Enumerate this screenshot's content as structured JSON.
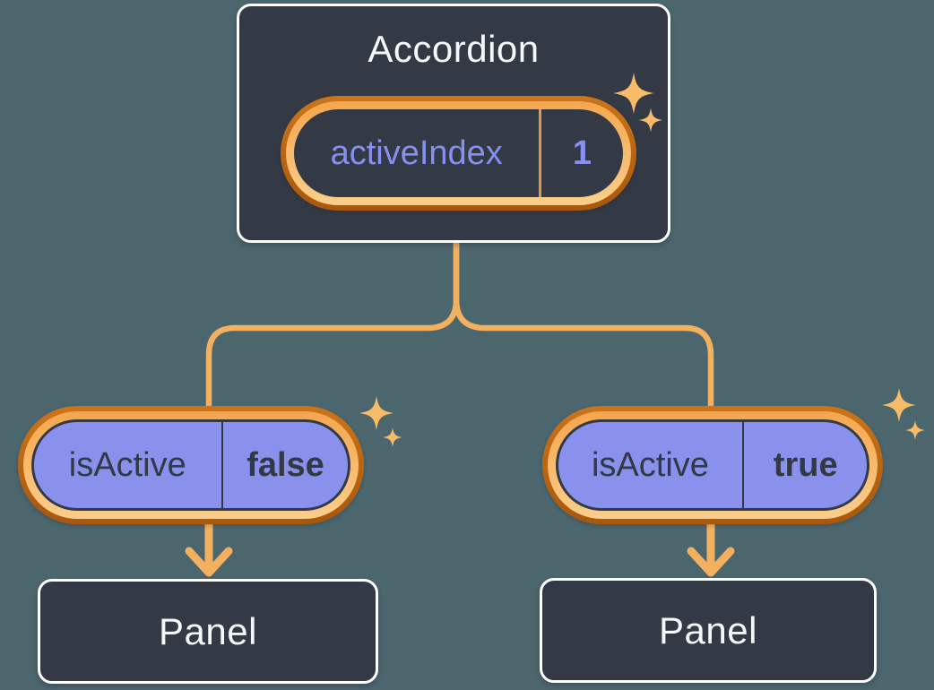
{
  "accordion": {
    "title": "Accordion",
    "state": {
      "name": "activeIndex",
      "value": "1"
    }
  },
  "children": [
    {
      "prop_name": "isActive",
      "prop_value": "false",
      "panel_label": "Panel"
    },
    {
      "prop_name": "isActive",
      "prop_value": "true",
      "panel_label": "Panel"
    }
  ],
  "icons": {
    "sparkle": "sparkle-icon",
    "arrow": "arrow-down-icon"
  },
  "colors": {
    "background": "#4C666E",
    "box_fill": "#333A46",
    "box_border": "#FFFFFF",
    "title_text": "#F6F7F9",
    "dark_text": "#323945",
    "purple_fill": "#8A91EC",
    "purple_text": "#8590F0",
    "connector_orange": "#F3B05F",
    "ring_dark_orange": "#C06A12",
    "ring_light_orange": "#F8C276",
    "sparkle_orange": "#F7BB69"
  }
}
